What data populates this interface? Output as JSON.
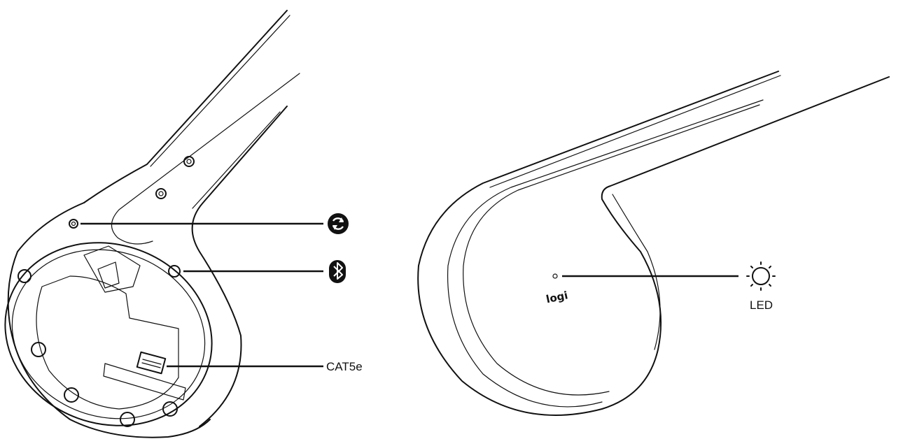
{
  "labels": {
    "cat5e": "CAT5e",
    "led": "LED",
    "logo": "logi"
  },
  "icons": {
    "reset": "reset-icon",
    "bluetooth": "bluetooth-icon",
    "led": "sun-led-icon"
  },
  "colors": {
    "line": "#111111",
    "background": "#ffffff"
  }
}
